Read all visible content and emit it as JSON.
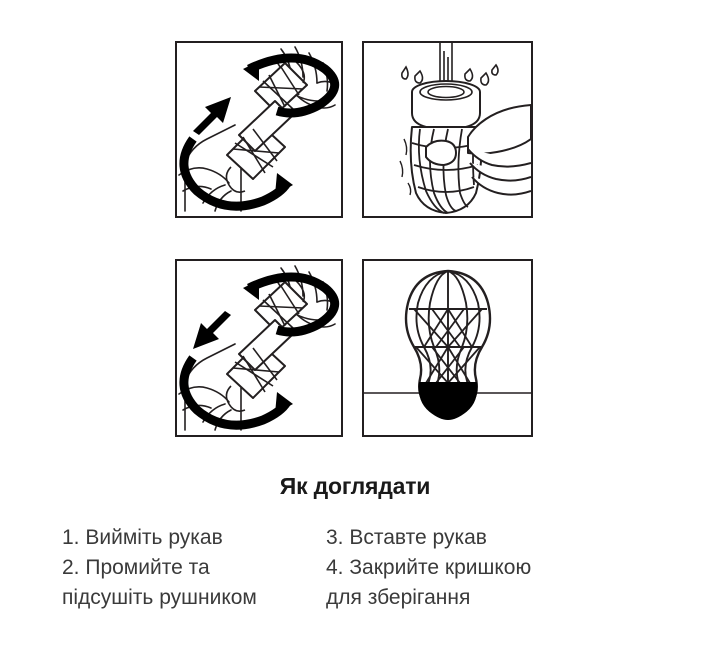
{
  "page": {
    "background_color": "#ffffff",
    "ink_color": "#231f20",
    "text_color": "#3a3a3a"
  },
  "illustrations": {
    "panels": [
      {
        "id": "panel-unscrew-open",
        "position": "top-left",
        "icon_name": "hands-twisting-sleeve-open-illustration",
        "description": "Two hands twisting the sleeve apart, straight arrow up-right with rotation arrows",
        "straight_arrow_direction": "up-right",
        "has_rotation_arrows": true
      },
      {
        "id": "panel-rinse-water",
        "position": "top-right",
        "icon_name": "hand-rinsing-sleeve-under-water-illustration",
        "description": "Hand holding sleeve under running water stream with splash droplets",
        "water_stream": true,
        "droplet_count": 5
      },
      {
        "id": "panel-insert-sleeve",
        "position": "bottom-left",
        "icon_name": "hands-twisting-sleeve-closed-illustration",
        "description": "Two hands twisting the sleeve together, straight arrow down-left with rotation arrows",
        "straight_arrow_direction": "down-left",
        "has_rotation_arrows": true
      },
      {
        "id": "panel-closed-device",
        "position": "bottom-right",
        "icon_name": "closed-device-on-shelf-illustration",
        "description": "Assembled hourglass-shaped lattice device with solid black base cap resting on a surface line",
        "has_surface_line": true
      }
    ]
  },
  "care": {
    "heading": "Як доглядати",
    "columns": [
      {
        "id": "care-steps-left",
        "lines": [
          "1. Вийміть рукав",
          "2. Промийте та",
          "підсушіть рушником"
        ]
      },
      {
        "id": "care-steps-right",
        "lines": [
          "3. Вставте рукав",
          "4. Закрийте кришкою",
          "для зберігання"
        ]
      }
    ]
  }
}
